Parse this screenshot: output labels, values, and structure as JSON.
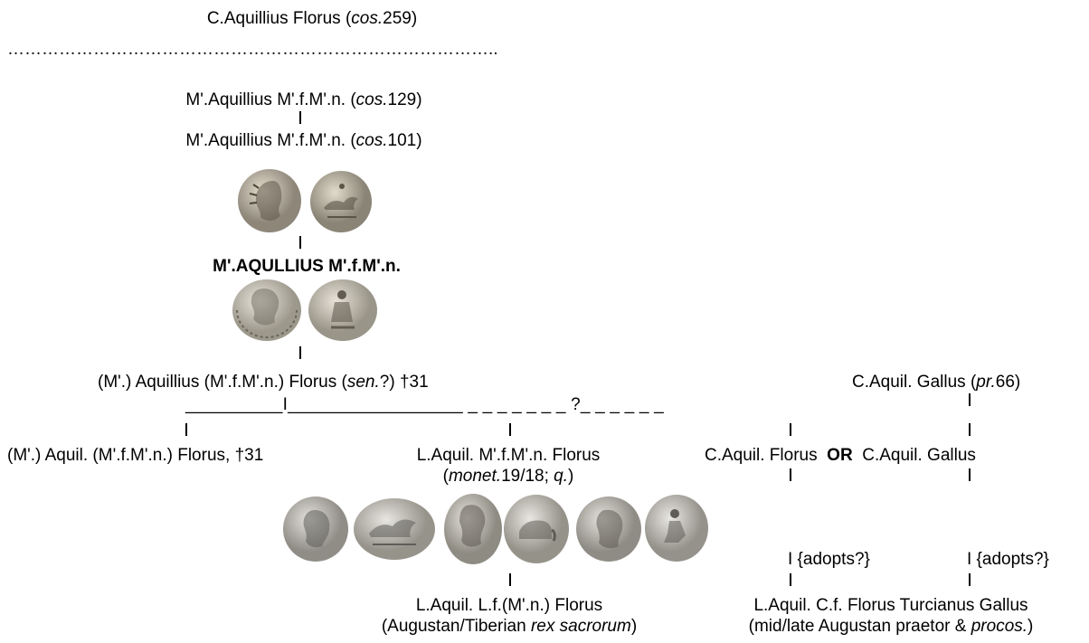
{
  "root": {
    "prefix": "C.Aquillius Florus (",
    "office": "cos.",
    "suffix": "259)"
  },
  "dots": "…………………………………………………………………………..",
  "gen1": {
    "prefix": "M'.Aquillius M'.f.M'.n.  (",
    "office": "cos.",
    "suffix": "129)"
  },
  "gen2": {
    "prefix": "M'.Aquillius M'.f.M'.n.  (",
    "office": "cos.",
    "suffix": "101)"
  },
  "moneyer": "M'.AQULLIUS  M'.f.M'.n.",
  "gen4": {
    "prefix": "(M'.) Aquillius (M'.f.M'.n.) Florus (",
    "office": "sen.",
    "suffix": "?) †31"
  },
  "gallus_pr": {
    "prefix": "C.Aquil. Gallus (",
    "office": "pr.",
    "suffix": "66)"
  },
  "connector": "__________I__________________ _ _ _ _ _ _ _ ?_ _  _ _ _ _",
  "child_a": "(M'.) Aquil. (M'.f.M'.n.)  Florus, †31",
  "child_b": {
    "name": "L.Aquil. M'.f.M'.n.  Florus",
    "paren_open": "(",
    "office": "monet.",
    "mid": "19/18; ",
    "q": "q.",
    "paren_close": ")"
  },
  "child_c": {
    "name": "C.Aquil. Florus",
    "or_label": "OR",
    "alt": "C.Aquil. Gallus"
  },
  "adopts_c": "I {adopts?}",
  "adopts_d": "I {adopts?}",
  "grandchild_b": {
    "name": "L.Aquil. L.f.(M'.n.)  Florus",
    "prefix": "(Augustan/Tiberian ",
    "title": "rex sacrorum",
    "suffix": ")"
  },
  "grandchild_c": {
    "name": "L.Aquil. C.f. Florus Turcianus Gallus",
    "prefix": "(mid/late Augustan praetor & ",
    "title": "procos.",
    "suffix": ")"
  },
  "coins": {
    "row1": [
      "sol-head-icon",
      "biga-chariot-icon"
    ],
    "row2": [
      "helmeted-head-icon",
      "warrior-standing-icon"
    ],
    "row3": [
      "sol-head-radiate-icon",
      "quadriga-chariot-icon",
      "helmeted-bust-icon",
      "elephant-biga-icon",
      "augustus-head-icon",
      "kneeling-figure-icon"
    ]
  }
}
